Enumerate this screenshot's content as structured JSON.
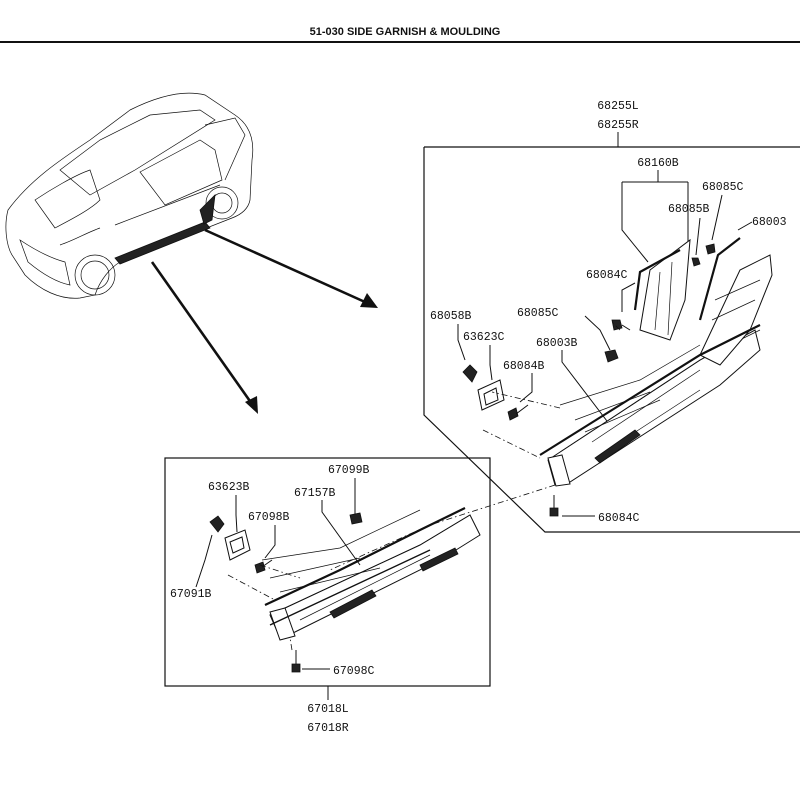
{
  "header": {
    "title": "51-030 SIDE GARNISH & MOULDING"
  },
  "callouts": {
    "p68255L": "68255L",
    "p68255R": "68255R",
    "p68160B": "68160B",
    "p68085C_top": "68085C",
    "p68085B": "68085B",
    "p68003_edge": "68003",
    "p68084C_mid": "68084C",
    "p68058B": "68058B",
    "p68085C_mid": "68085C",
    "p63623C": "63623C",
    "p68003B": "68003B",
    "p68084B": "68084B",
    "p68084C_bottom": "68084C",
    "p67099B": "67099B",
    "p63623B": "63623B",
    "p67157B": "67157B",
    "p67098B": "67098B",
    "p67091B": "67091B",
    "p67098C": "67098C",
    "p67018L": "67018L",
    "p67018R": "67018R"
  }
}
